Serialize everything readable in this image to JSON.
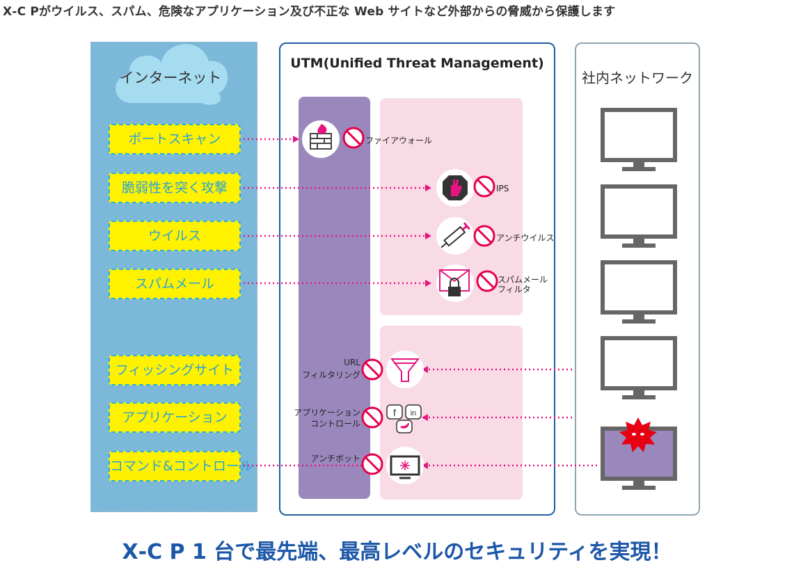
{
  "header": {
    "text": "X‐C Pがウイルス、スパム、危険なアプリケーション及び不正な Web サイトなど外部からの脅威から保護します"
  },
  "footer": {
    "text": "X‐C P 1 台で最先端、最高レベルのセキュリティを実現！"
  },
  "internet": {
    "title": "インターネット"
  },
  "threats": {
    "port_scan": "ポートスキャン",
    "vuln_attack": "脆弱性を突く攻撃",
    "virus": "ウイルス",
    "spam": "スパムメール",
    "phishing": "フィッシングサイト",
    "application": "アプリケーション",
    "command_control": "コマンド&コントロール"
  },
  "utm": {
    "title": "UTM(Unified Threat Management)",
    "services": {
      "firewall": "ファイアウォール",
      "ips": "IPS",
      "antivirus": "アンチウイルス",
      "spam_filter_1": "スパムメール",
      "spam_filter_2": "フィルタ",
      "url_filter_1": "URL",
      "url_filter_2": "フィルタリング",
      "app_control_1": "アプリケーション",
      "app_control_2": "コントロール",
      "antibot": "アンチボット"
    }
  },
  "network": {
    "title": "社内ネットワーク"
  },
  "colors": {
    "internet_panel": "#7cb8d9",
    "threat_fill": "#fff200",
    "threat_text": "#29a2d7",
    "utm_border": "#1f5c9e",
    "purple": "#9a88bd",
    "pink": "#f9dbe6",
    "arrow": "#e6147f",
    "prohibit": "#e6004c",
    "footer": "#1d57a8"
  },
  "icons": [
    "cloud-icon",
    "firewall-icon",
    "hand-stop-icon",
    "syringe-icon",
    "envelope-lock-icon",
    "funnel-icon",
    "social-apps-icon",
    "monitor-bug-icon",
    "prohibited-icon",
    "computer-monitor-icon",
    "malware-burst-icon"
  ]
}
